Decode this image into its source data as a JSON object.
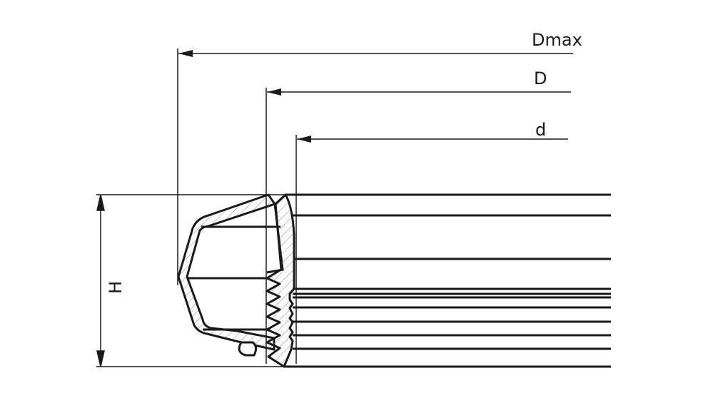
{
  "diagram": {
    "type": "technical-cross-section",
    "subject": "closure cap profile with threaded seal",
    "labels": {
      "dmax": "Dmax",
      "D": "D",
      "d": "d",
      "H": "H"
    },
    "colors": {
      "stroke": "#1a1a1a",
      "hatch": "#888888",
      "background": "#ffffff"
    }
  }
}
